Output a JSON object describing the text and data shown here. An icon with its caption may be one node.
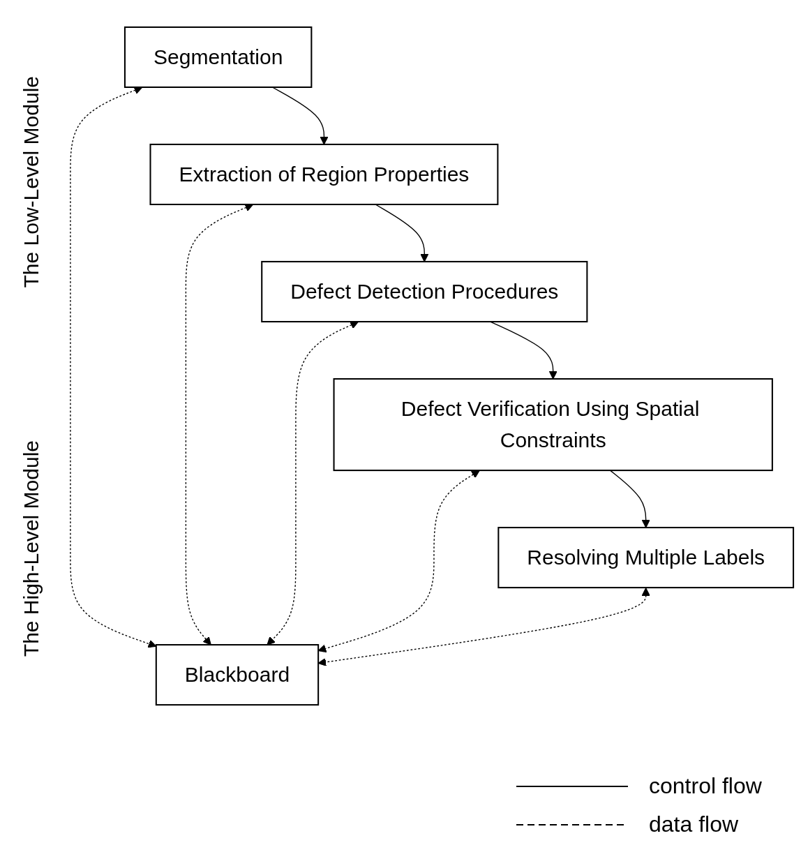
{
  "diagram": {
    "nodes": [
      {
        "text": [
          "Segmentation"
        ]
      },
      {
        "text": [
          "Extraction of Region Properties"
        ]
      },
      {
        "text": [
          "Defect Detection Procedures"
        ]
      },
      {
        "text": [
          "Defect Verification Using Spatial Constraints"
        ]
      },
      {
        "text": [
          "Resolving Multiple Labels"
        ]
      },
      {
        "text": [
          "Blackboard"
        ]
      }
    ],
    "edges": [
      {
        "from": 0,
        "to": 1,
        "arrow": "to"
      },
      {
        "from": 1,
        "to": 2,
        "arrow": "to"
      },
      {
        "from": 2,
        "to": 3,
        "arrow": "to"
      },
      {
        "from": 3,
        "to": 4,
        "arrow": "to"
      },
      {
        "from": 0,
        "to": 5,
        "arrow": "both",
        "style": "dashed"
      },
      {
        "from": 1,
        "to": 5,
        "arrow": "both",
        "style": "dashed"
      },
      {
        "from": 2,
        "to": 5,
        "arrow": "both",
        "style": "dashed"
      },
      {
        "from": 3,
        "to": 5,
        "arrow": "both",
        "style": "dashed"
      },
      {
        "from": 4,
        "to": 5,
        "arrow": "both",
        "style": "dashed"
      }
    ],
    "labels": [
      "The Low-Level Module",
      "The High-Level Module"
    ],
    "legend": [
      {
        "text": "control flow"
      },
      {
        "text": "data flow"
      }
    ]
  }
}
